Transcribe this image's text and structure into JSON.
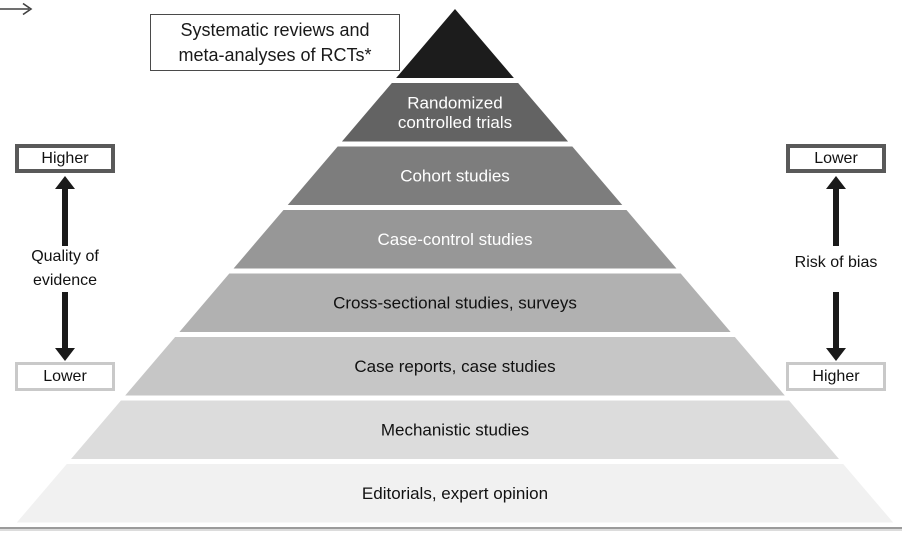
{
  "callout": {
    "line1": "Systematic reviews and",
    "line2": "meta-analyses of RCTs*"
  },
  "pyramid": {
    "levels": [
      {
        "name": "systematic-reviews-apex",
        "label": "",
        "color": "#1c1c1c",
        "text_color": "#ffffff"
      },
      {
        "name": "randomized-controlled-trials",
        "label": "Randomized\ncontrolled trials",
        "color": "#636363",
        "text_color": "#ffffff"
      },
      {
        "name": "cohort-studies",
        "label": "Cohort studies",
        "color": "#7d7d7d",
        "text_color": "#ffffff"
      },
      {
        "name": "case-control-studies",
        "label": "Case-control studies",
        "color": "#979797",
        "text_color": "#ffffff"
      },
      {
        "name": "cross-sectional-studies",
        "label": "Cross-sectional studies, surveys",
        "color": "#b1b1b1",
        "text_color": "#111111"
      },
      {
        "name": "case-reports-case-studies",
        "label": "Case reports, case studies",
        "color": "#c6c6c6",
        "text_color": "#111111"
      },
      {
        "name": "mechanistic-studies",
        "label": "Mechanistic studies",
        "color": "#dcdcdc",
        "text_color": "#111111"
      },
      {
        "name": "editorials-expert-opinion",
        "label": "Editorials, expert opinion",
        "color": "#f1f1f1",
        "text_color": "#111111"
      }
    ]
  },
  "left_scale": {
    "top_label": "Higher",
    "axis_label": "Quality of evidence",
    "bottom_label": "Lower"
  },
  "right_scale": {
    "top_label": "Lower",
    "axis_label": "Risk of bias",
    "bottom_label": "Higher"
  },
  "colors": {
    "arrow": "#1a1a1a",
    "top_box_border": "#595959",
    "bottom_box_border": "#c9c9c9",
    "baseline": "#9b9b9b",
    "callout_border": "#4a4a4a"
  }
}
